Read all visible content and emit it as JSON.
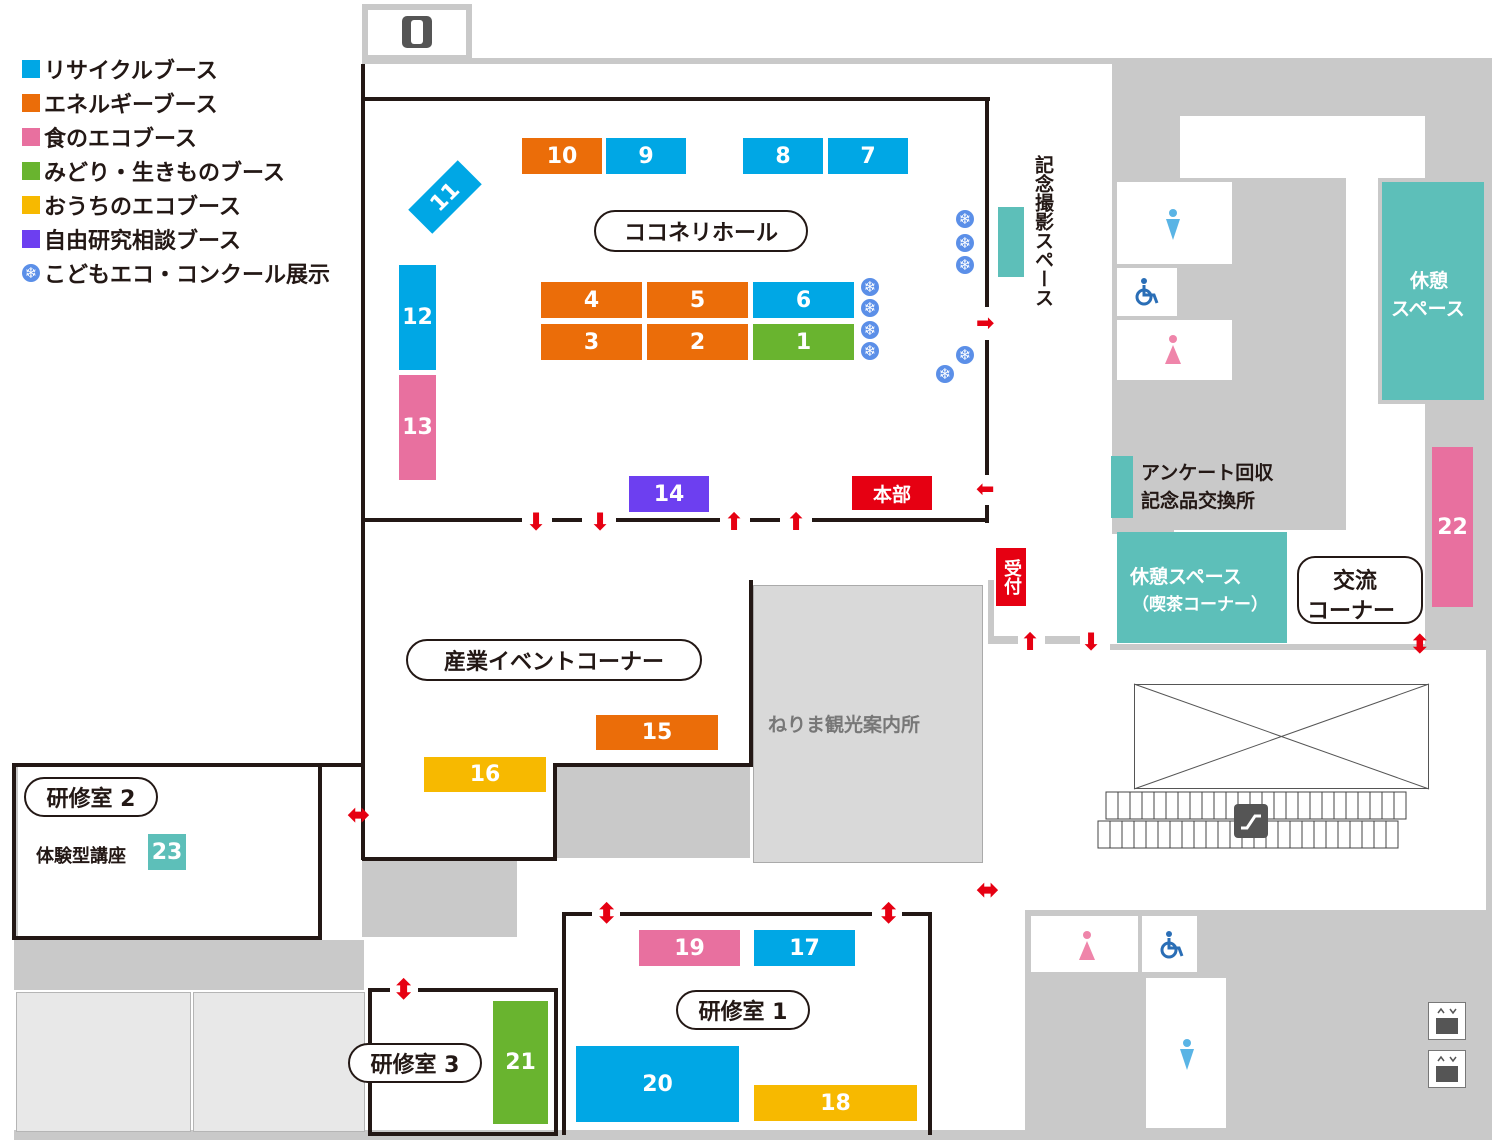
{
  "legend": {
    "items": [
      {
        "label": "リサイクルブース",
        "color": "#00a7e5"
      },
      {
        "label": "エネルギーブース",
        "color": "#eb6d09"
      },
      {
        "label": "食のエコブース",
        "color": "#e8709f"
      },
      {
        "label": "みどり・生きものブース",
        "color": "#69b42f"
      },
      {
        "label": "おうちのエコブース",
        "color": "#f7b900"
      },
      {
        "label": "自由研究相談ブース",
        "color": "#6d3ff0"
      }
    ],
    "exhibit_label": "こどもエコ・コンクール展示",
    "exhibit_icon": "snowflake-icon"
  },
  "areas": {
    "main_hall": "ココネリホール",
    "event_corner": "産業イベントコーナー",
    "tourist_info": "ねりま観光案内所",
    "photo_space": "記念撮影スペース",
    "survey": "アンケート回収",
    "gift_exchange": "記念品交換所",
    "rest_space_right_l1": "休憩",
    "rest_space_right_l2": "スペース",
    "rest_cafe_l1": "休憩スペース",
    "rest_cafe_l2": "（喫茶コーナー）",
    "exchange_corner_l1": "交流",
    "exchange_corner_l2": "コーナー",
    "hq": "本部",
    "reception": "受付",
    "training_1": "研修室 1",
    "training_2": "研修室 2",
    "training_3": "研修室 3",
    "workshop": "体験型講座"
  },
  "booths": {
    "b1": "1",
    "b2": "2",
    "b3": "3",
    "b4": "4",
    "b5": "5",
    "b6": "6",
    "b7": "7",
    "b8": "8",
    "b9": "9",
    "b10": "10",
    "b11": "11",
    "b12": "12",
    "b13": "13",
    "b14": "14",
    "b15": "15",
    "b16": "16",
    "b17": "17",
    "b18": "18",
    "b19": "19",
    "b20": "20",
    "b21": "21",
    "b22": "22",
    "b23": "23"
  },
  "icons": {
    "flake_glyph": "❄",
    "arrow_right": "➡",
    "arrow_left": "⬅",
    "arrow_down": "⬇",
    "arrow_up": "⬆",
    "arrow_updown": "⬍",
    "arrow_leftright": "⬌"
  }
}
